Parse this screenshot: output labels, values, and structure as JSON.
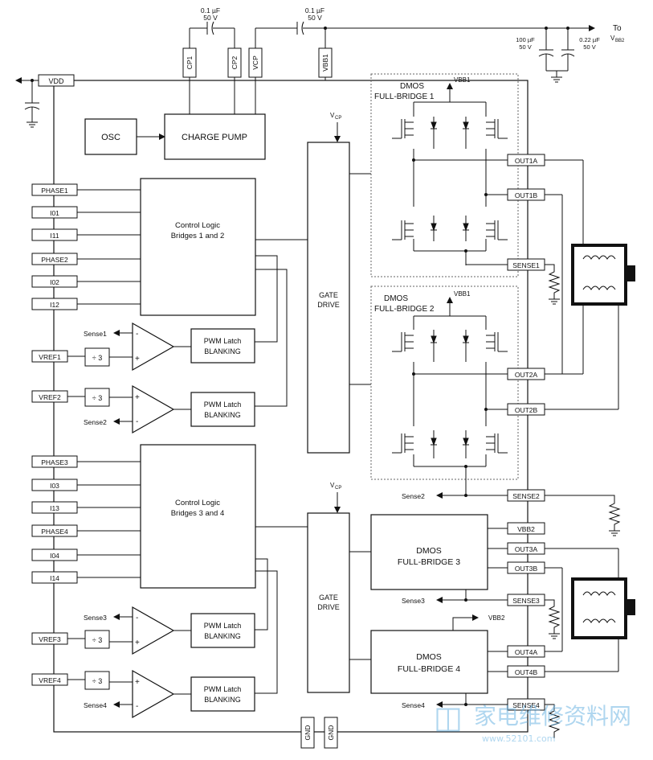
{
  "caps": {
    "top1_value": "0.1 µF",
    "top1_voltage": "50 V",
    "top2_value": "0.1 µF",
    "top2_voltage": "50 V",
    "c100_value": "100 µF",
    "c100_voltage": "50 V",
    "c022_value": "0.22 µF",
    "c022_voltage": "50 V"
  },
  "to_vbb": {
    "to": "To",
    "v": "V",
    "sub": "BB2"
  },
  "top_pins": {
    "cp1": "CP1",
    "cp2": "CP2",
    "vcp": "VCP",
    "vbb1": "VBB1"
  },
  "left_pins": {
    "vdd": "VDD",
    "phase1": "PHASE1",
    "i01": "I01",
    "i11": "I11",
    "phase2": "PHASE2",
    "i02": "I02",
    "i12": "I12",
    "vref1": "VREF1",
    "vref2": "VREF2",
    "phase3": "PHASE3",
    "i03": "I03",
    "i13": "I13",
    "phase4": "PHASE4",
    "i04": "I04",
    "i14": "I14",
    "vref3": "VREF3",
    "vref4": "VREF4"
  },
  "blocks": {
    "osc": "OSC",
    "charge_pump": "CHARGE PUMP",
    "ctrl12_l1": "Control Logic",
    "ctrl12_l2": "Bridges 1 and 2",
    "ctrl34_l1": "Control Logic",
    "ctrl34_l2": "Bridges 3 and 4",
    "gate_drive_l1": "GATE",
    "gate_drive_l2": "DRIVE",
    "pwm_l1": "PWM Latch",
    "pwm_l2": "BLANKING",
    "div3": "÷ 3",
    "dmos": "DMOS",
    "fb1": "FULL-BRIDGE 1",
    "fb2": "FULL-BRIDGE 2",
    "fb3": "FULL-BRIDGE 3",
    "fb4": "FULL-BRIDGE 4"
  },
  "vcp_label": {
    "v": "V",
    "sub": "CP"
  },
  "vbb1_label": "VBB1",
  "vbb2_label": "VBB2",
  "right_pins": {
    "out1a": "OUT1A",
    "out1b": "OUT1B",
    "sense1": "SENSE1",
    "out2a": "OUT2A",
    "out2b": "OUT2B",
    "sense2": "SENSE2",
    "vbb2": "VBB2",
    "out3a": "OUT3A",
    "out3b": "OUT3B",
    "sense3": "SENSE3",
    "out4a": "OUT4A",
    "out4b": "OUT4B",
    "sense4": "SENSE4"
  },
  "sense_labels": {
    "s1": "Sense1",
    "s2": "Sense2",
    "s3": "Sense3",
    "s4": "Sense4",
    "s2r": "Sense2",
    "s3r": "Sense3",
    "s4r": "Sense4"
  },
  "gnd": "GND",
  "amp_signs": {
    "minus": "-",
    "plus": "+"
  },
  "watermark": {
    "text": "家电维修资料网",
    "url": "www.52101.com"
  }
}
